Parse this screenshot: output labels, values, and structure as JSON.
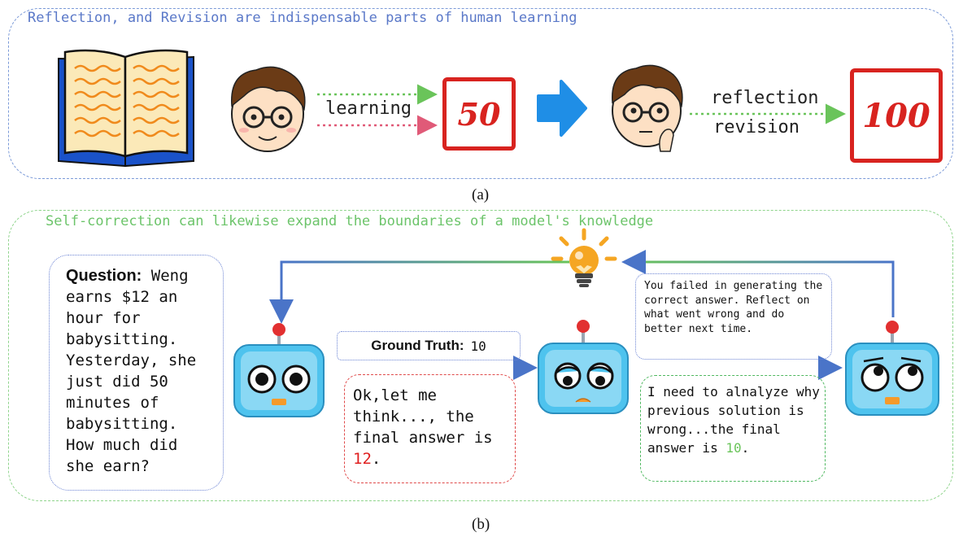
{
  "panel_a": {
    "banner": "Reflection, and Revision are indispensable parts of human learning",
    "learning_label": "learning",
    "score_first": "50",
    "reflection_label": "reflection",
    "revision_label": "revision",
    "score_second": "100",
    "caption": "(a)"
  },
  "panel_b": {
    "banner": "Self-correction can likewise expand the boundaries of a model's knowledge",
    "question_label": "Question:",
    "question_text": "Weng earns $12 an hour for babysitting. Yesterday, she just did 50 minutes of babysitting. How much did she earn?",
    "ground_truth_label": "Ground Truth:",
    "ground_truth_value": "10",
    "first_response_prefix": "Ok,let me think..., the final answer is",
    "first_response_answer": "12",
    "first_response_suffix": ".",
    "feedback_text": "You failed in generating the correct answer. Reflect on what went wrong and do better next time.",
    "second_response_prefix": "I need to alnalyze why previous solution is wrong...the final answer is",
    "second_response_answer": "10",
    "second_response_suffix": ".",
    "caption": "(b)"
  },
  "colors": {
    "panel_a_border": "#7b9ad8",
    "panel_b_border": "#8fd48c",
    "score_red": "#d8231f",
    "arrow_blue": "#4a74c8",
    "arrow_green": "#6ac45a",
    "arrow_pink": "#e05a78",
    "robot_body": "#4ec3ee",
    "wrong_answer": "#e02020",
    "right_answer": "#6ac45a"
  },
  "icons": [
    "book-icon",
    "boy-face-icon",
    "thinking-boy-icon",
    "blue-arrow-icon",
    "robot-icon",
    "lightbulb-icon"
  ]
}
